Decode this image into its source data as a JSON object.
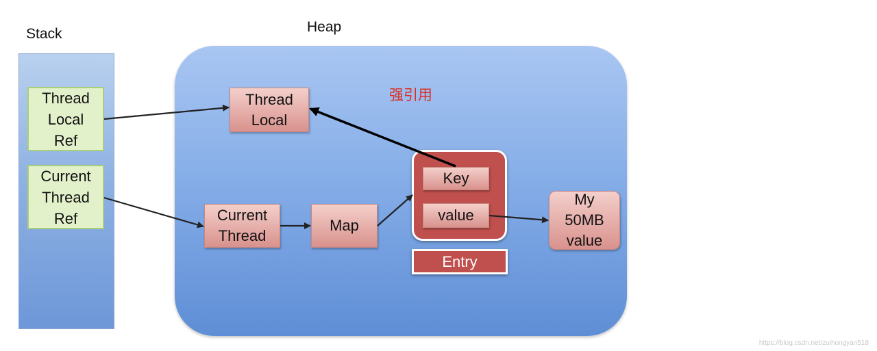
{
  "labels": {
    "stack": "Stack",
    "heap": "Heap"
  },
  "stack_boxes": {
    "thread_local_ref": "Thread\nLocal\nRef",
    "current_thread_ref": "Current\nThread\nRef"
  },
  "heap_boxes": {
    "thread_local": "Thread\nLocal",
    "current_thread": "Current\nThread",
    "map": "Map",
    "key": "Key",
    "value": "value",
    "entry": "Entry",
    "my_value": "My\n50MB\nvalue"
  },
  "annotation": "强引用",
  "watermark": "https://blog.csdn.net/zuihongyan518",
  "colors": {
    "stack_fill": "#8fb2e3",
    "heap_fill": "#86aee8",
    "green_box": "#e3f1cb",
    "pink_box": "#e8b4b0",
    "entry": "#c0504d",
    "annotation": "#d93025"
  }
}
